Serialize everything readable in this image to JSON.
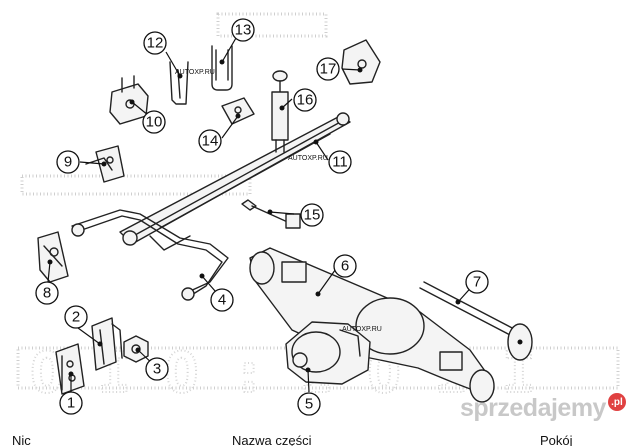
{
  "watermark": "AUTOXP.RU",
  "brand": {
    "name": "sprzedajemy",
    "badge": ".pl"
  },
  "table_header": {
    "col1": "Nic",
    "col2": "Nazwa części",
    "col3": "Pokój"
  },
  "callouts": [
    "1",
    "2",
    "3",
    "4",
    "5",
    "6",
    "7",
    "8",
    "9",
    "10",
    "11",
    "12",
    "13",
    "14",
    "15",
    "16",
    "17"
  ]
}
